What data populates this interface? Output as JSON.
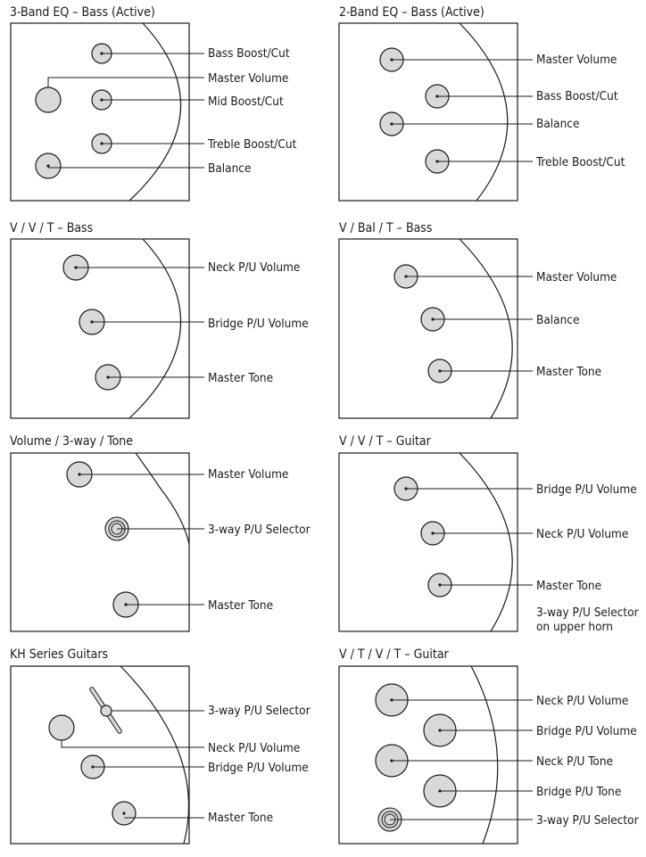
{
  "diagrams": [
    {
      "title": "3-Band EQ – Bass (Active)",
      "labels": [
        "Bass Boost/Cut",
        "Master Volume",
        "Mid Boost/Cut",
        "Treble Boost/Cut",
        "Balance"
      ]
    },
    {
      "title": "2-Band EQ – Bass (Active)",
      "labels": [
        "Master Volume",
        "Bass Boost/Cut",
        "Balance",
        "Treble Boost/Cut"
      ]
    },
    {
      "title": "V / V / T – Bass",
      "labels": [
        "Neck P/U Volume",
        "Bridge P/U Volume",
        "Master Tone"
      ]
    },
    {
      "title": "V / Bal / T – Bass",
      "labels": [
        "Master Volume",
        "Balance",
        "Master Tone"
      ]
    },
    {
      "title": "Volume / 3-way / Tone",
      "labels": [
        "Master Volume",
        "3-way P/U Selector",
        "Master Tone"
      ]
    },
    {
      "title": "V / V / T – Guitar",
      "labels": [
        "Bridge P/U Volume",
        "Neck P/U Volume",
        "Master Tone"
      ],
      "note": [
        "3-way P/U Selector",
        "on upper horn"
      ]
    },
    {
      "title": "KH Series Guitars",
      "labels": [
        "3-way P/U Selector",
        "Neck P/U Volume",
        "Bridge P/U Volume",
        "Master Tone"
      ]
    },
    {
      "title": "V / T / V / T – Guitar",
      "labels": [
        "Neck P/U Volume",
        "Bridge P/U Volume",
        "Neck P/U Tone",
        "Bridge P/U Tone",
        "3-way P/U Selector"
      ]
    }
  ]
}
